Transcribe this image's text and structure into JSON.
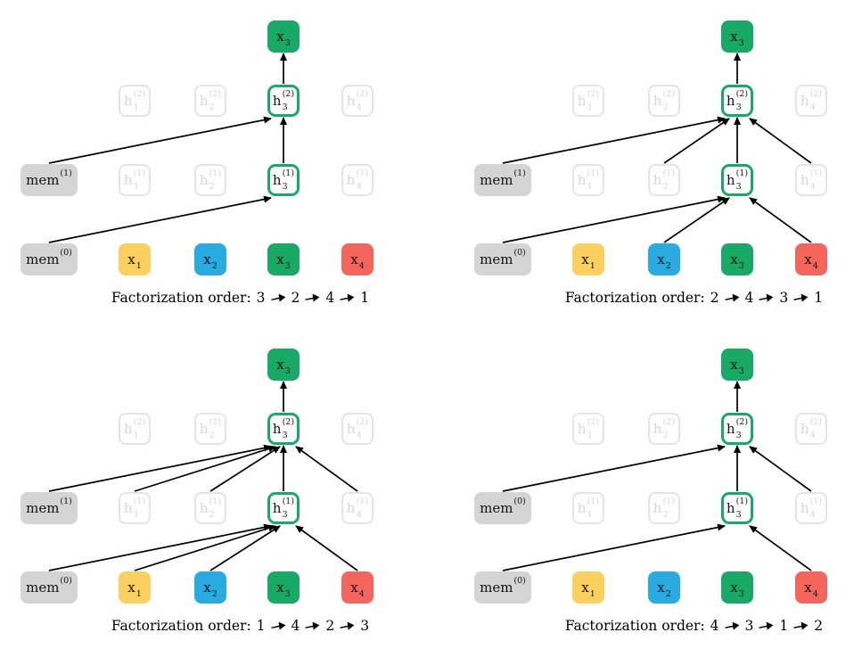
{
  "caption_prefix": "Factorization order:",
  "colors": {
    "green": "#17a965",
    "yellow": "#fbd05e",
    "blue": "#29abe2",
    "red": "#f4655c",
    "memory_gray": "#d4d4d4",
    "faded_border": "#e4e4e4",
    "faded_text": "#d6d6d6",
    "active_border": "#17a965",
    "text": "#141414",
    "arrow": "#000000"
  },
  "nodes": [
    {
      "id": "x3out",
      "col": "c3",
      "row": "out",
      "base": "x",
      "sub": "3",
      "style": "fill",
      "fill": "green"
    },
    {
      "id": "h1_2",
      "col": "c1",
      "row": "L2",
      "base": "h",
      "sub": "1",
      "sup": "(2)",
      "style": "faded"
    },
    {
      "id": "h2_2",
      "col": "c2",
      "row": "L2",
      "base": "h",
      "sub": "2",
      "sup": "(2)",
      "style": "faded"
    },
    {
      "id": "h3_2",
      "col": "c3",
      "row": "L2",
      "base": "h",
      "sub": "3",
      "sup": "(2)",
      "style": "active"
    },
    {
      "id": "h4_2",
      "col": "c4",
      "row": "L2",
      "base": "h",
      "sub": "4",
      "sup": "(2)",
      "style": "faded"
    },
    {
      "id": "mem1",
      "col": "mem",
      "row": "L1",
      "base": "mem",
      "style": "memory"
    },
    {
      "id": "h1_1",
      "col": "c1",
      "row": "L1",
      "base": "h",
      "sub": "1",
      "sup": "(1)",
      "style": "faded"
    },
    {
      "id": "h2_1",
      "col": "c2",
      "row": "L1",
      "base": "h",
      "sub": "2",
      "sup": "(1)",
      "style": "faded"
    },
    {
      "id": "h3_1",
      "col": "c3",
      "row": "L1",
      "base": "h",
      "sub": "3",
      "sup": "(1)",
      "style": "active"
    },
    {
      "id": "h4_1",
      "col": "c4",
      "row": "L1",
      "base": "h",
      "sub": "4",
      "sup": "(1)",
      "style": "faded"
    },
    {
      "id": "mem0",
      "col": "mem",
      "row": "in",
      "base": "mem",
      "style": "memory"
    },
    {
      "id": "x1",
      "col": "c1",
      "row": "in",
      "base": "x",
      "sub": "1",
      "style": "fill",
      "fill": "yellow"
    },
    {
      "id": "x2",
      "col": "c2",
      "row": "in",
      "base": "x",
      "sub": "2",
      "style": "fill",
      "fill": "blue"
    },
    {
      "id": "x3",
      "col": "c3",
      "row": "in",
      "base": "x",
      "sub": "3",
      "style": "fill",
      "fill": "green"
    },
    {
      "id": "x4",
      "col": "c4",
      "row": "in",
      "base": "x",
      "sub": "4",
      "style": "fill",
      "fill": "red"
    }
  ],
  "panels": [
    {
      "name": "top-left",
      "order": [
        "3",
        "2",
        "4",
        "1"
      ],
      "mem_top_sup": "(1)",
      "mem_bottom_sup": "(0)",
      "edges": [
        [
          "mem1",
          "h3_2"
        ],
        [
          "h3_1",
          "h3_2"
        ],
        [
          "mem0",
          "h3_1"
        ],
        [
          "h3_2",
          "x3out"
        ]
      ]
    },
    {
      "name": "top-right",
      "order": [
        "2",
        "4",
        "3",
        "1"
      ],
      "mem_top_sup": "(1)",
      "mem_bottom_sup": "(0)",
      "edges": [
        [
          "mem1",
          "h3_2"
        ],
        [
          "h2_1",
          "h3_2"
        ],
        [
          "h3_1",
          "h3_2"
        ],
        [
          "h4_1",
          "h3_2"
        ],
        [
          "mem0",
          "h3_1"
        ],
        [
          "x2",
          "h3_1"
        ],
        [
          "x4",
          "h3_1"
        ],
        [
          "h3_2",
          "x3out"
        ]
      ]
    },
    {
      "name": "bottom-left",
      "order": [
        "1",
        "4",
        "2",
        "3"
      ],
      "mem_top_sup": "(1)",
      "mem_bottom_sup": "(0)",
      "edges": [
        [
          "mem1",
          "h3_2"
        ],
        [
          "h1_1",
          "h3_2"
        ],
        [
          "h2_1",
          "h3_2"
        ],
        [
          "h3_1",
          "h3_2"
        ],
        [
          "h4_1",
          "h3_2"
        ],
        [
          "mem0",
          "h3_1"
        ],
        [
          "x1",
          "h3_1"
        ],
        [
          "x2",
          "h3_1"
        ],
        [
          "x4",
          "h3_1"
        ],
        [
          "h3_2",
          "x3out"
        ]
      ]
    },
    {
      "name": "bottom-right",
      "order": [
        "4",
        "3",
        "1",
        "2"
      ],
      "mem_top_sup": "(0)",
      "mem_bottom_sup": "(0)",
      "edges": [
        [
          "mem1",
          "h3_2"
        ],
        [
          "h3_1",
          "h3_2"
        ],
        [
          "h4_1",
          "h3_2"
        ],
        [
          "mem0",
          "h3_1"
        ],
        [
          "x4",
          "h3_1"
        ],
        [
          "h3_2",
          "x3out"
        ]
      ]
    }
  ]
}
